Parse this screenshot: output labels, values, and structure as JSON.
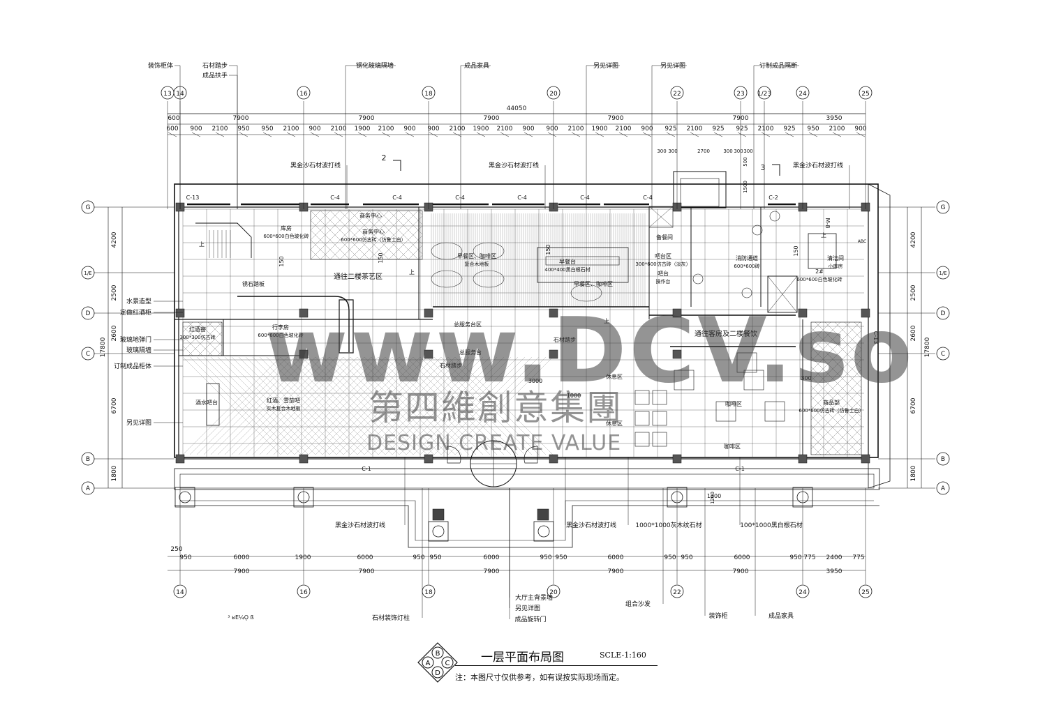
{
  "drawing": {
    "title": "一层平面布局图",
    "scale": "SCLE-1:160",
    "note": "注：本图尺寸仅供参考，如有误按实际现场而定。",
    "compass": [
      "B",
      "C",
      "D",
      "A"
    ],
    "stray_text": "³ ʁE¼Ǫ ß"
  },
  "watermark": {
    "url": "www.DCV.so",
    "cn": "第四維創意集團",
    "en": "DESIGN CREATE VALUE"
  },
  "axes_top": [
    "13",
    "14",
    "16",
    "18",
    "20",
    "22",
    "23",
    "1/23",
    "24",
    "25"
  ],
  "axes_bottom": [
    "14",
    "16",
    "18",
    "20",
    "22",
    "24",
    "25"
  ],
  "axes_rows": [
    "G",
    "1/E",
    "D",
    "C",
    "B",
    "A"
  ],
  "dims": {
    "overall": "44050",
    "top_row1": [
      "600",
      "7900",
      "7900",
      "7900",
      "7900",
      "7900",
      "3950"
    ],
    "top_row2": [
      "600",
      "900",
      "2100",
      "950",
      "950",
      "2100",
      "900",
      "2100",
      "1900",
      "2100",
      "900",
      "900",
      "2100",
      "1900",
      "2100",
      "900",
      "900",
      "2100",
      "1900",
      "2100",
      "900",
      "925",
      "2100",
      "925",
      "925",
      "2100",
      "925",
      "950",
      "2100",
      "900"
    ],
    "top_small": [
      "300",
      "300",
      "2700",
      "300",
      "300",
      "300",
      "500",
      "1500"
    ],
    "bot_row1": [
      "250",
      "950",
      "6000",
      "1900",
      "6000",
      "950",
      "950",
      "6000",
      "950",
      "950",
      "6000",
      "950",
      "950",
      "6000",
      "950",
      "775",
      "2400",
      "775"
    ],
    "bot_row2": [
      "7900",
      "7900",
      "7900",
      "7900",
      "7900",
      "3950"
    ],
    "side_left": [
      "4200",
      "2500",
      "2600",
      "6700",
      "1800"
    ],
    "side_right": [
      "4200",
      "2500",
      "2600",
      "6700",
      "1800"
    ],
    "side_total": "17800"
  },
  "callouts_top": [
    "装饰柜体",
    "石材踏步",
    "成品扶手",
    "钢化玻璃隔墙",
    "成品家具",
    "另见详图",
    "另见详图",
    "订制成品隔断"
  ],
  "callouts_left": [
    "水景造型",
    "定做红酒柜",
    "玻璃地弹门",
    "玻璃隔墙",
    "订制成品柜体",
    "另见详图"
  ],
  "callouts_bottom": [
    "黑金沙石材波打线",
    "黑金沙石材波打线",
    "1000*1000灰木纹石材",
    "100*1000黑白根石材",
    "大厅主背景墙",
    "另见详图",
    "成品旋转门",
    "石材装饰灯柱",
    "组合沙发",
    "装饰柜",
    "成品家具"
  ],
  "callouts_inner": [
    "黑金沙石材波打线",
    "黑金沙石材波打线",
    "黑金沙石材波打线"
  ],
  "section_marks": [
    "2",
    "3"
  ],
  "elevation_marks": [
    "C-13",
    "C-4",
    "C-4",
    "C-4",
    "C-4",
    "C-4",
    "C-4",
    "C-2",
    "C-13",
    "C-1",
    "C-1",
    "M-8"
  ],
  "rooms": [
    {
      "name": "库房",
      "material": "600*600白色玻化砖"
    },
    {
      "name": "商务中心",
      "material": "600*600仿古砖（仿鲁士白）"
    },
    {
      "name": "商务中心",
      "material": ""
    },
    {
      "name": "早餐区、咖啡区",
      "material": "复合木地板"
    },
    {
      "name": "早餐台",
      "material": "400*400黑白根石材"
    },
    {
      "name": "早餐区、咖啡区",
      "material": ""
    },
    {
      "name": "备餐间",
      "material": ""
    },
    {
      "name": "吧台区",
      "material": "300*600仿古砖（淡灰）"
    },
    {
      "name": "吧台",
      "material": "操作台"
    },
    {
      "name": "消防通道",
      "material": "600*600砖"
    },
    {
      "name": "清洁间",
      "material": "小库房"
    },
    {
      "name": "2#",
      "material": "600*600白色玻化砖"
    },
    {
      "name": "通往二楼茶艺区",
      "material": ""
    },
    {
      "name": "锈石踏板",
      "material": ""
    },
    {
      "name": "红酒窖",
      "material": "300*300仿古砖"
    },
    {
      "name": "行李房",
      "material": "600*600白色玻化砖"
    },
    {
      "name": "总服务台区",
      "material": ""
    },
    {
      "name": "石材踏步",
      "material": ""
    },
    {
      "name": "总服务台",
      "material": ""
    },
    {
      "name": "通往客房及二楼餐饮",
      "material": ""
    },
    {
      "name": "红酒、雪茄吧",
      "material": "实木复合木地板"
    },
    {
      "name": "酒水吧台",
      "material": ""
    },
    {
      "name": "休息区",
      "material": ""
    },
    {
      "name": "咖啡区",
      "material": ""
    },
    {
      "name": "咖啡区",
      "material": ""
    },
    {
      "name": "商品部",
      "material": "600*600仿古砖（仿鲁士白）"
    },
    {
      "name": "石材踏步",
      "material": ""
    },
    {
      "name": "休息区",
      "material": ""
    }
  ],
  "misc_labels": [
    "上",
    "上",
    "上",
    "上",
    "150",
    "150",
    "150",
    "150",
    "300",
    "1000",
    "1200",
    "1200",
    "3000",
    "ABC",
    "M-8"
  ]
}
